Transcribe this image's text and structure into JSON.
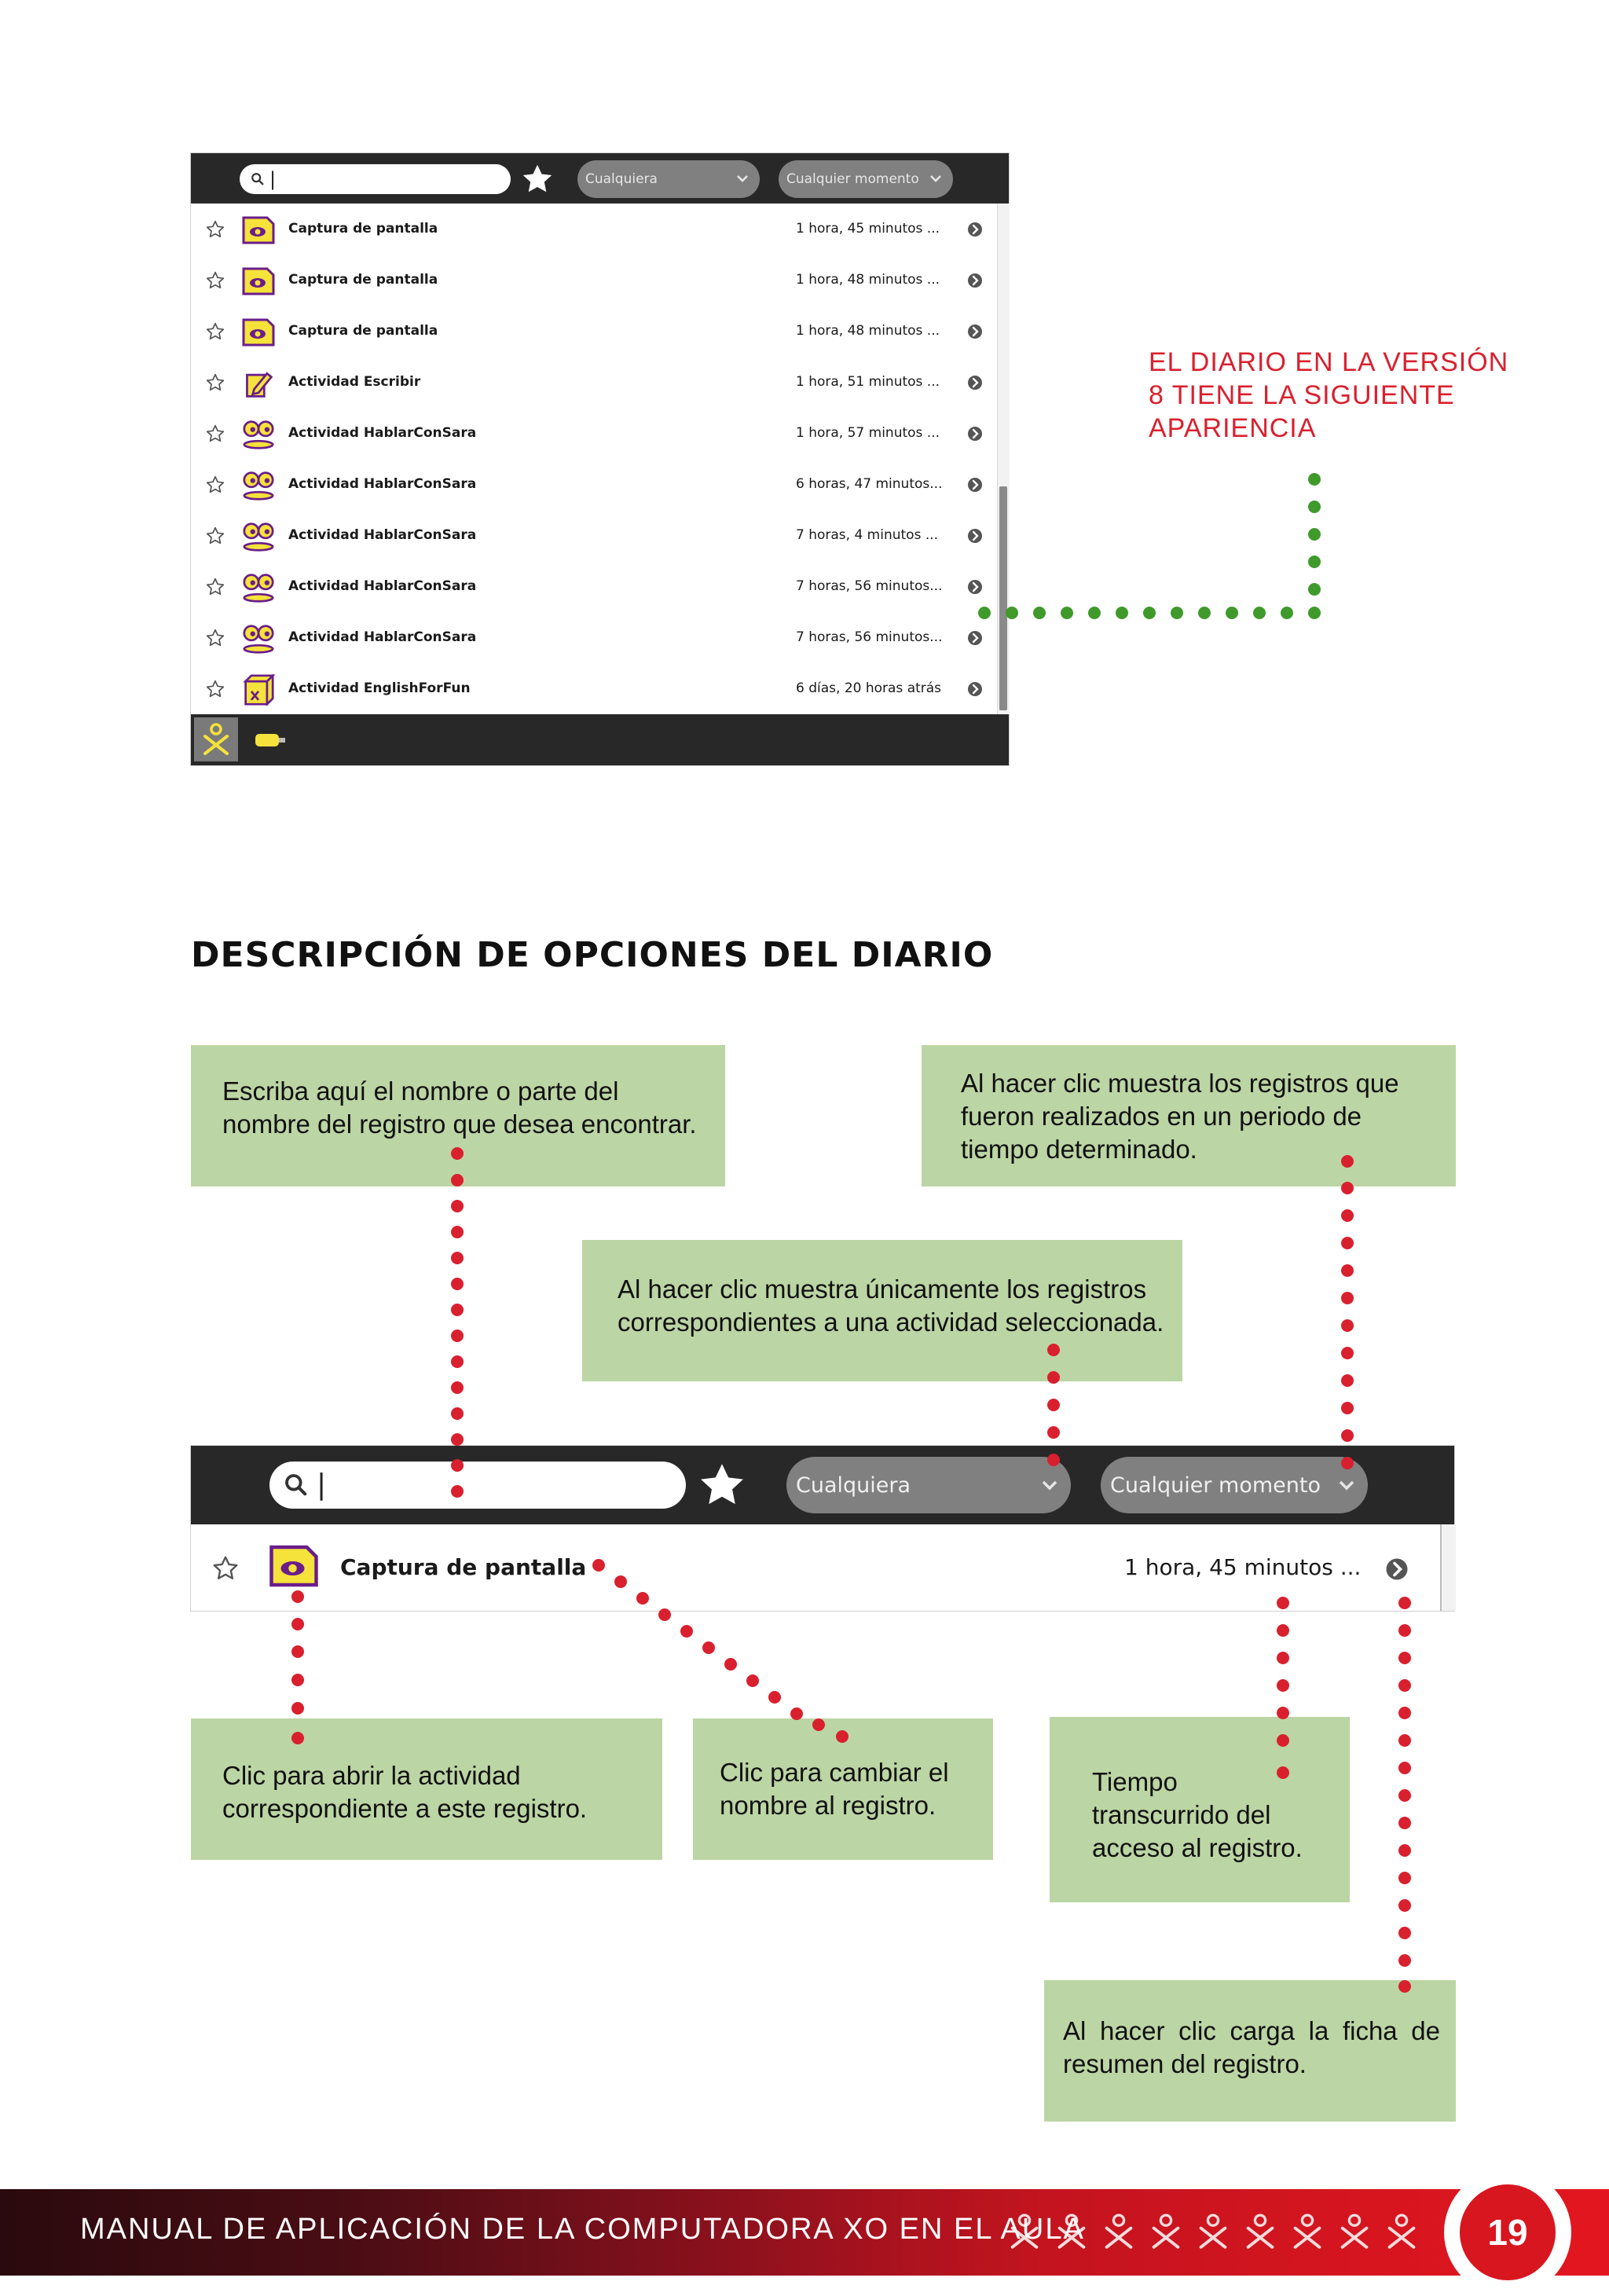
{
  "journal": {
    "search_value": "",
    "filter_activity": "Cualquiera",
    "filter_time": "Cualquier momento",
    "entries": [
      {
        "title": "Captura de pantalla",
        "time": "1 hora, 45 minutos ...",
        "icon": "image-viewer-icon"
      },
      {
        "title": "Captura de pantalla",
        "time": "1 hora, 48 minutos ...",
        "icon": "image-viewer-icon"
      },
      {
        "title": "Captura de pantalla",
        "time": "1 hora, 48 minutos ...",
        "icon": "image-viewer-icon"
      },
      {
        "title": "Actividad Escribir",
        "time": "1 hora, 51 minutos ...",
        "icon": "write-activity-icon"
      },
      {
        "title": "Actividad HablarConSara",
        "time": "1 hora, 57 minutos ...",
        "icon": "speak-activity-icon"
      },
      {
        "title": "Actividad HablarConSara",
        "time": "6 horas, 47 minutos...",
        "icon": "speak-activity-icon"
      },
      {
        "title": "Actividad HablarConSara",
        "time": "7 horas, 4 minutos ...",
        "icon": "speak-activity-icon"
      },
      {
        "title": "Actividad HablarConSara",
        "time": "7 horas, 56 minutos...",
        "icon": "speak-activity-icon"
      },
      {
        "title": "Actividad HablarConSara",
        "time": "7 horas, 56 minutos...",
        "icon": "speak-activity-icon"
      },
      {
        "title": "Actividad EnglishForFun",
        "time": "6 días, 20 horas atrás",
        "icon": "activity-bundle-icon"
      }
    ]
  },
  "side_note": {
    "line1": "EL DIARIO EN LA VERSIÓN",
    "line2": "8 TIENE LA SIGUIENTE",
    "line3": "APARIENCIA"
  },
  "section_title": "DESCRIPCIÓN DE OPCIONES DEL DIARIO",
  "callouts": {
    "search": [
      "Escriba aquí el nombre o parte del",
      "nombre del registro que desea encontrar."
    ],
    "time_filter": [
      "Al hacer clic muestra los registros que",
      "fueron realizados en un periodo de",
      "tiempo determinado."
    ],
    "activity_filter": [
      "Al hacer clic muestra únicamente los registros",
      "correspondientes a una actividad seleccionada."
    ],
    "open_activity": [
      "Clic para abrir la actividad",
      "correspondiente a este registro."
    ],
    "rename": [
      "Clic para cambiar el",
      "nombre al registro."
    ],
    "elapsed": [
      "Tiempo",
      "transcurrido del",
      "acceso al registro."
    ],
    "details": [
      "Al hacer clic carga la ficha de",
      "resumen del registro."
    ]
  },
  "enlarged": {
    "filter_activity": "Cualquiera",
    "filter_time": "Cualquier momento",
    "entry_title": "Captura de pantalla",
    "entry_time": "1 hora, 45 minutos ..."
  },
  "footer": {
    "text": "MANUAL DE APLICACIÓN DE LA COMPUTADORA XO EN EL AULA",
    "page_number": "19"
  },
  "colors": {
    "callout_bg": "#bcd5a4",
    "red_dots": "#d9202e",
    "green_dots": "#3f9a2b",
    "toolbar": "#282828",
    "icon_yellow": "#f5e23a",
    "icon_purple": "#6a1d8a"
  }
}
